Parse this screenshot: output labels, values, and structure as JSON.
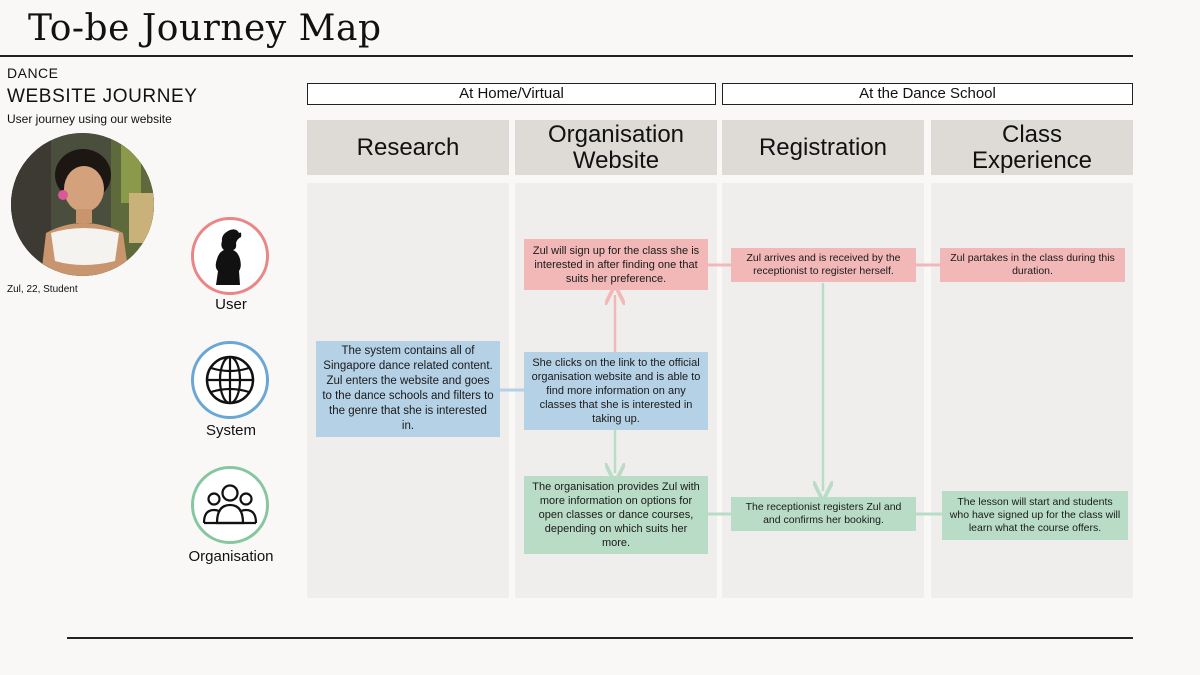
{
  "header": {
    "title": "To-be Journey Map",
    "category": "DANCE",
    "journey_title": "WEBSITE JOURNEY",
    "journey_subtitle": "User journey using our website",
    "persona_caption": "Zul, 22, Student"
  },
  "phases": [
    {
      "label": "At Home/Virtual"
    },
    {
      "label": "At the Dance School"
    }
  ],
  "stages": [
    {
      "label": "Research"
    },
    {
      "label": "Organisation Website"
    },
    {
      "label": "Registration"
    },
    {
      "label": "Class Experience"
    }
  ],
  "roles": [
    {
      "label": "User",
      "icon": "user-silhouette-icon",
      "color": "#e98686"
    },
    {
      "label": "System",
      "icon": "globe-icon",
      "color": "#6aa7d4"
    },
    {
      "label": "Organisation",
      "icon": "people-group-icon",
      "color": "#86c7a0"
    }
  ],
  "cards": {
    "research_system": "The system contains all of Singapore dance related content. Zul enters the website and goes to the dance schools and filters to the genre that she is interested in.",
    "website_user": "Zul will sign up for the class she is interested in after finding one that suits her preference.",
    "website_system": "She clicks on the link to the official organisation website and is able to find more information on any classes that she is interested in taking up.",
    "website_org": "The organisation provides Zul with more information on options for open classes or dance courses, depending on which suits her more.",
    "registration_user": "Zul arrives and is received by the receptionist to register herself.",
    "registration_org": "The receptionist registers Zul and and confirms her booking.",
    "class_user": "Zul partakes in the class during this duration.",
    "class_org": "The lesson will start and students who have signed up for the class will learn what the course offers."
  },
  "colors": {
    "user": "#f2b8b8",
    "system": "#b5d1e6",
    "organisation": "#b9dcc6"
  }
}
